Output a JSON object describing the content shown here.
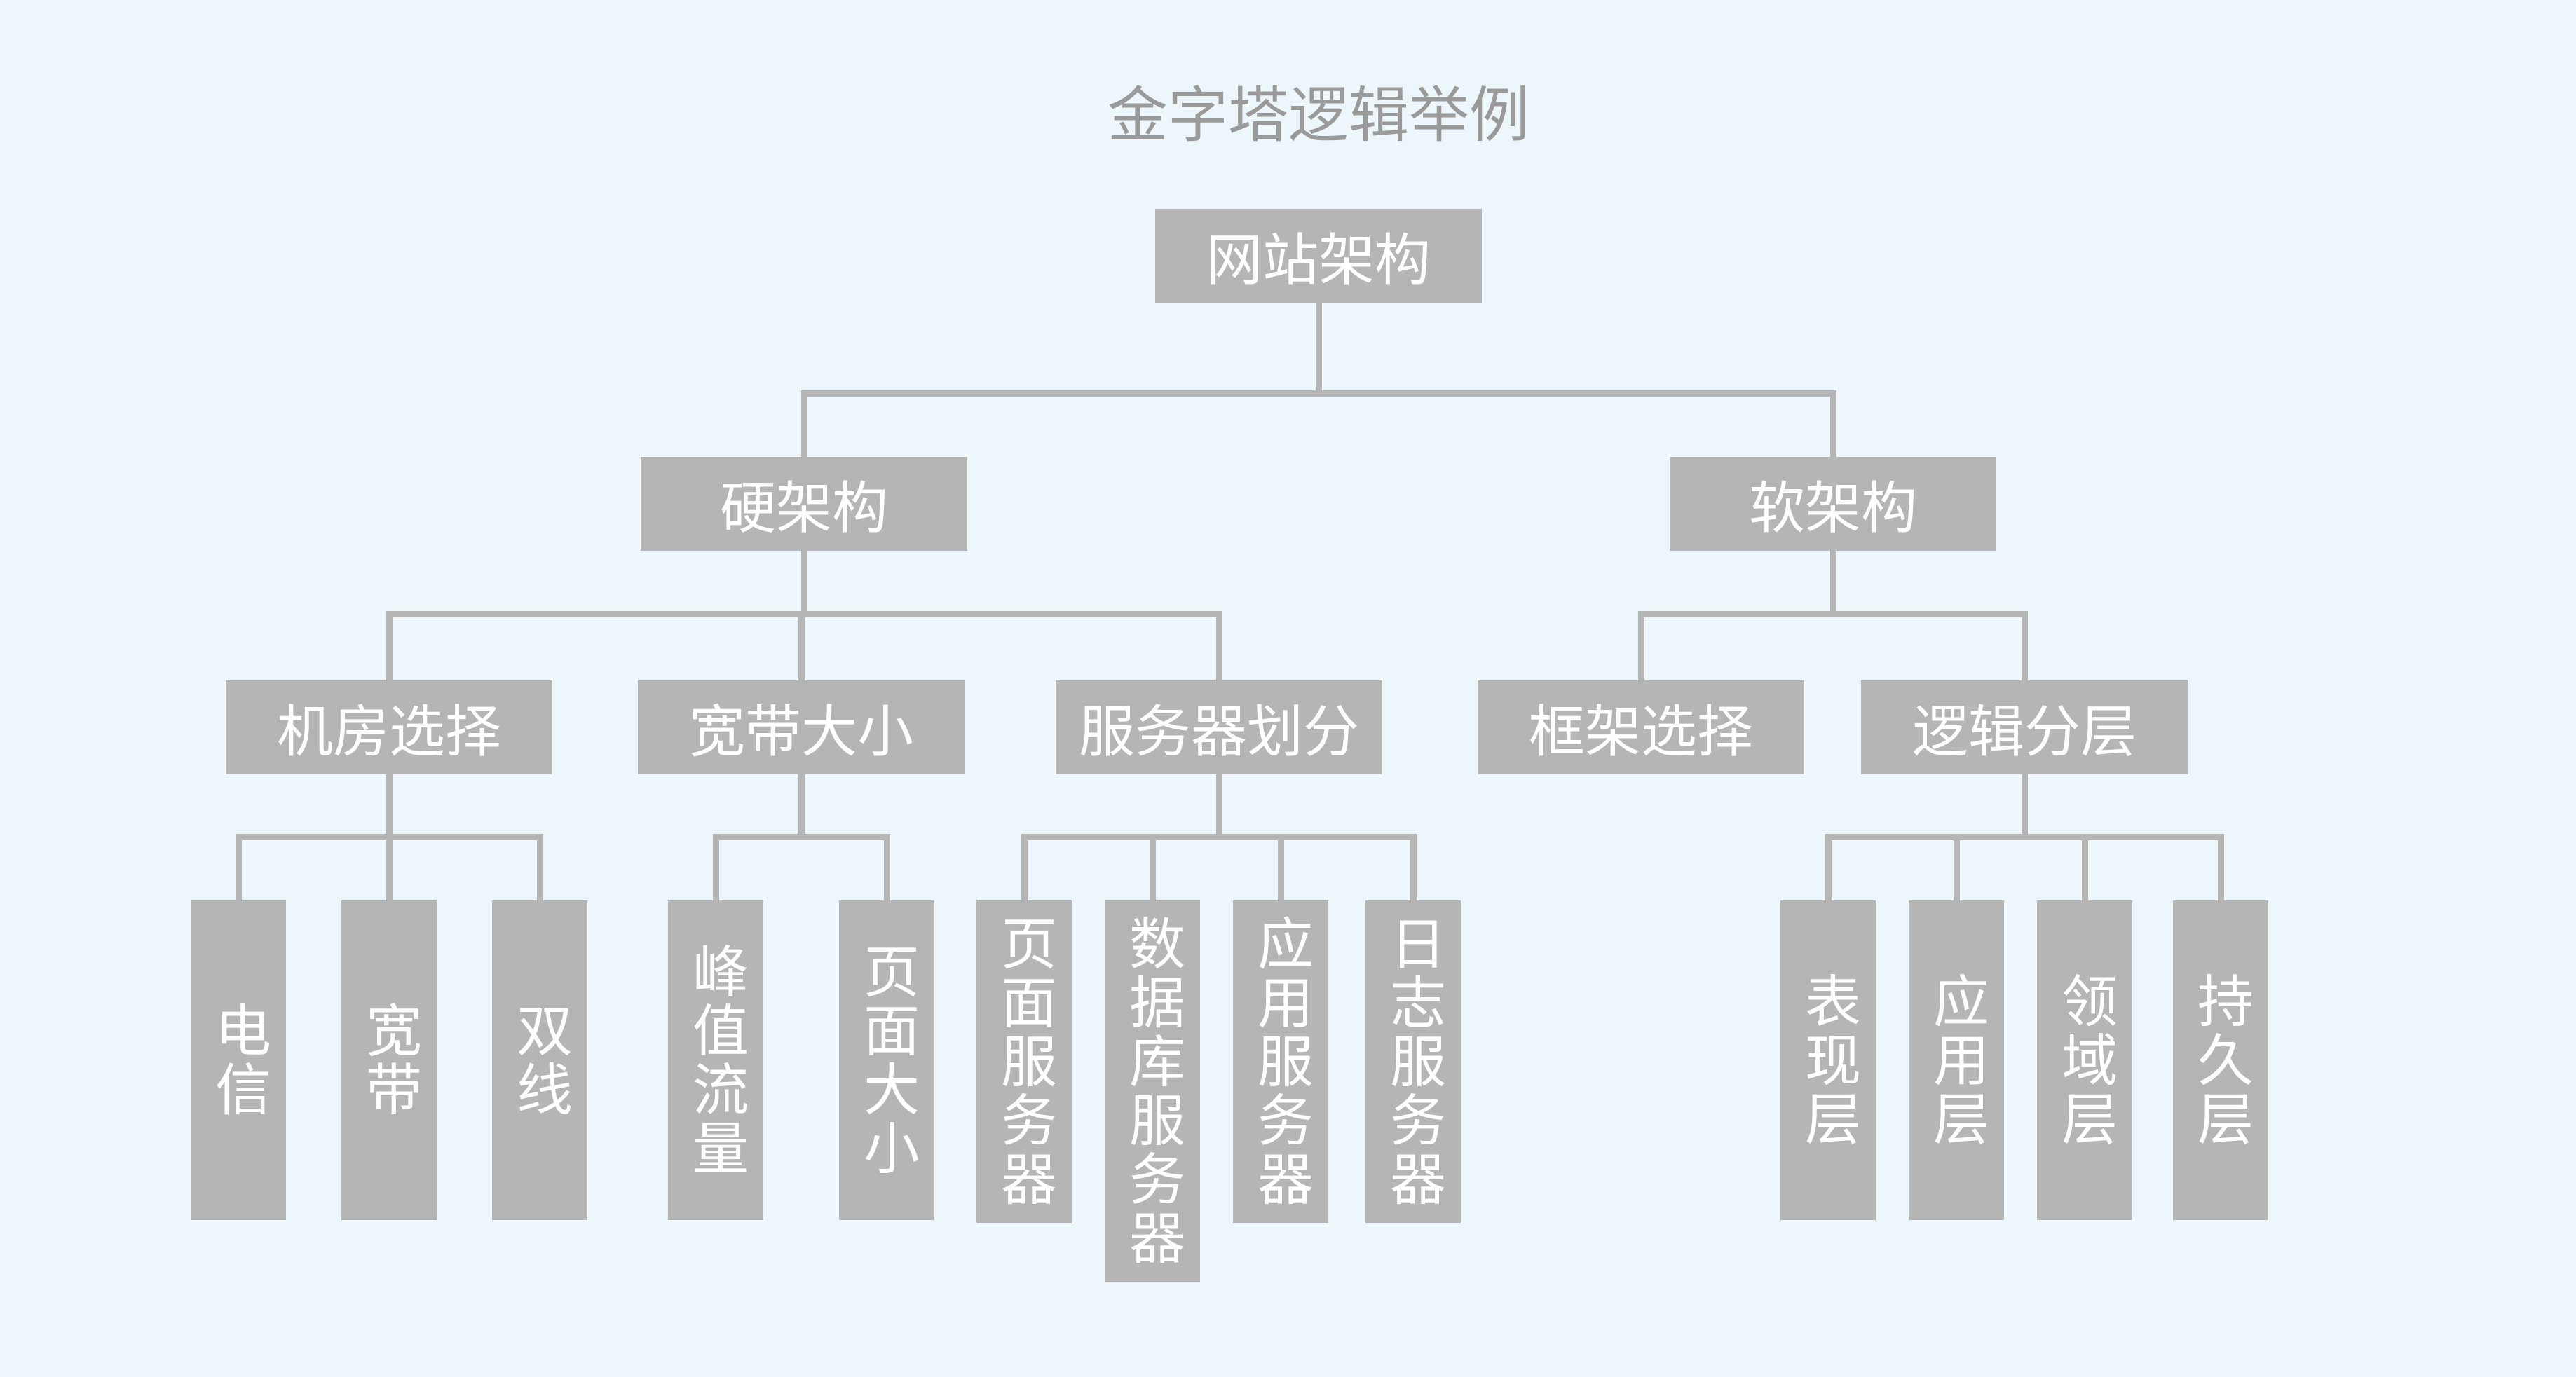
{
  "title": "金字塔逻辑举例",
  "colors": {
    "background": "#edf6fa",
    "node_fill": "#b5b5b5",
    "connector": "#b5b5b5",
    "node_text": "#ffffff",
    "title_text": "#9a9a9a"
  },
  "tree": {
    "label": "网站架构",
    "children": [
      {
        "label": "硬架构",
        "children": [
          {
            "label": "机房选择",
            "children": [
              {
                "label": "电信"
              },
              {
                "label": "宽带"
              },
              {
                "label": "双线"
              }
            ]
          },
          {
            "label": "宽带大小",
            "children": [
              {
                "label": "峰值流量"
              },
              {
                "label": "页面大小"
              }
            ]
          },
          {
            "label": "服务器划分",
            "children": [
              {
                "label": "页面服务器"
              },
              {
                "label": "数据库服务器"
              },
              {
                "label": "应用服务器"
              },
              {
                "label": "日志服务器"
              }
            ]
          }
        ]
      },
      {
        "label": "软架构",
        "children": [
          {
            "label": "框架选择"
          },
          {
            "label": "逻辑分层",
            "children": [
              {
                "label": "表现层"
              },
              {
                "label": "应用层"
              },
              {
                "label": "领域层"
              },
              {
                "label": "持久层"
              }
            ]
          }
        ]
      }
    ]
  }
}
